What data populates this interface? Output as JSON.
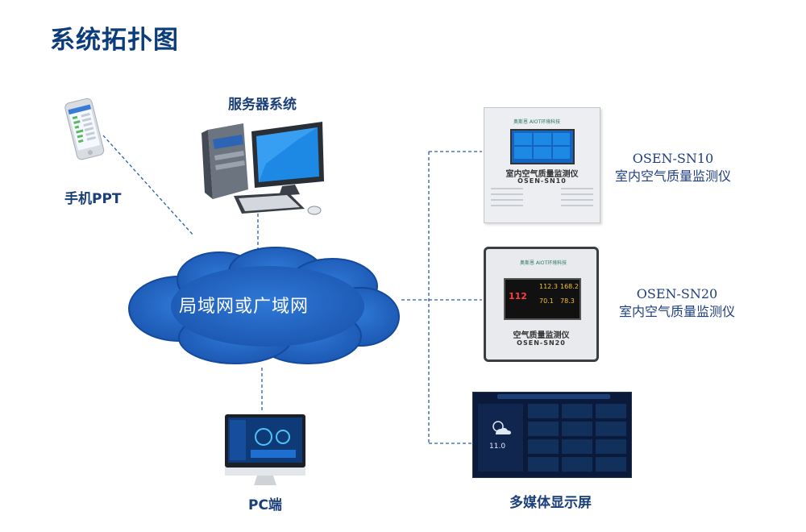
{
  "title": "系统拓扑图",
  "nodes": {
    "phone": {
      "label": "手机PPT"
    },
    "server": {
      "label": "服务器系统"
    },
    "network": {
      "label": "局域网或广域网"
    },
    "pc": {
      "label": "PC端"
    },
    "sn10": {
      "model": "OSEN-SN10",
      "name": "室内空气质量监测仪",
      "panel_brand": "奥斯恩 AIOT环境科技",
      "panel_title": "室内空气质量监测仪",
      "panel_model": "OSEN-SN10"
    },
    "sn20": {
      "model": "OSEN-SN20",
      "name": "室内空气质量监测仪",
      "panel_brand": "奥斯恩 AIOT环境科技",
      "panel_title": "空气质量监测仪",
      "panel_model": "OSEN-SN20",
      "readings": [
        "112",
        "112.3",
        "168.2",
        "70.1",
        "78.3"
      ]
    },
    "display": {
      "label": "多媒体显示屏",
      "temp": "11.0"
    }
  },
  "colors": {
    "title": "#0b3d7a",
    "cloud": "#1f5fc2",
    "line": "#2a5fa8"
  }
}
